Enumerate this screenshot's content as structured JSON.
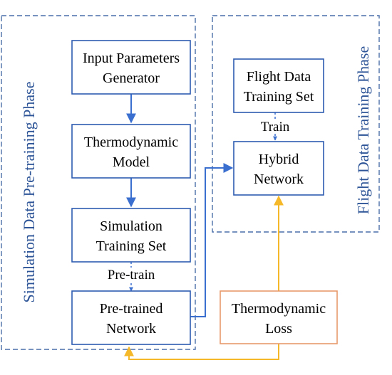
{
  "colors": {
    "panel_border": "#4A6FA9",
    "box_border": "#2F5CB0",
    "arrow_blue": "#3A6FCF",
    "loss_border": "#E8996A",
    "arrow_orange": "#F5B829",
    "phase_text": "#2E5597"
  },
  "phases": {
    "simulation": "Simulation Data Pre-training Phase",
    "flight": "Flight Data Training Phase"
  },
  "nodes": {
    "input_generator": [
      "Input Parameters",
      "Generator"
    ],
    "thermo_model": [
      "Thermodynamic",
      "Model"
    ],
    "sim_training_set": [
      "Simulation",
      "Training Set"
    ],
    "pretrained_network": [
      "Pre-trained",
      "Network"
    ],
    "flight_training_set": [
      "Flight Data",
      "Training Set"
    ],
    "hybrid_network": [
      "Hybrid",
      "Network"
    ],
    "thermo_loss": [
      "Thermodynamic",
      "Loss"
    ]
  },
  "edge_labels": {
    "pretrain": "Pre-train",
    "train": "Train"
  }
}
